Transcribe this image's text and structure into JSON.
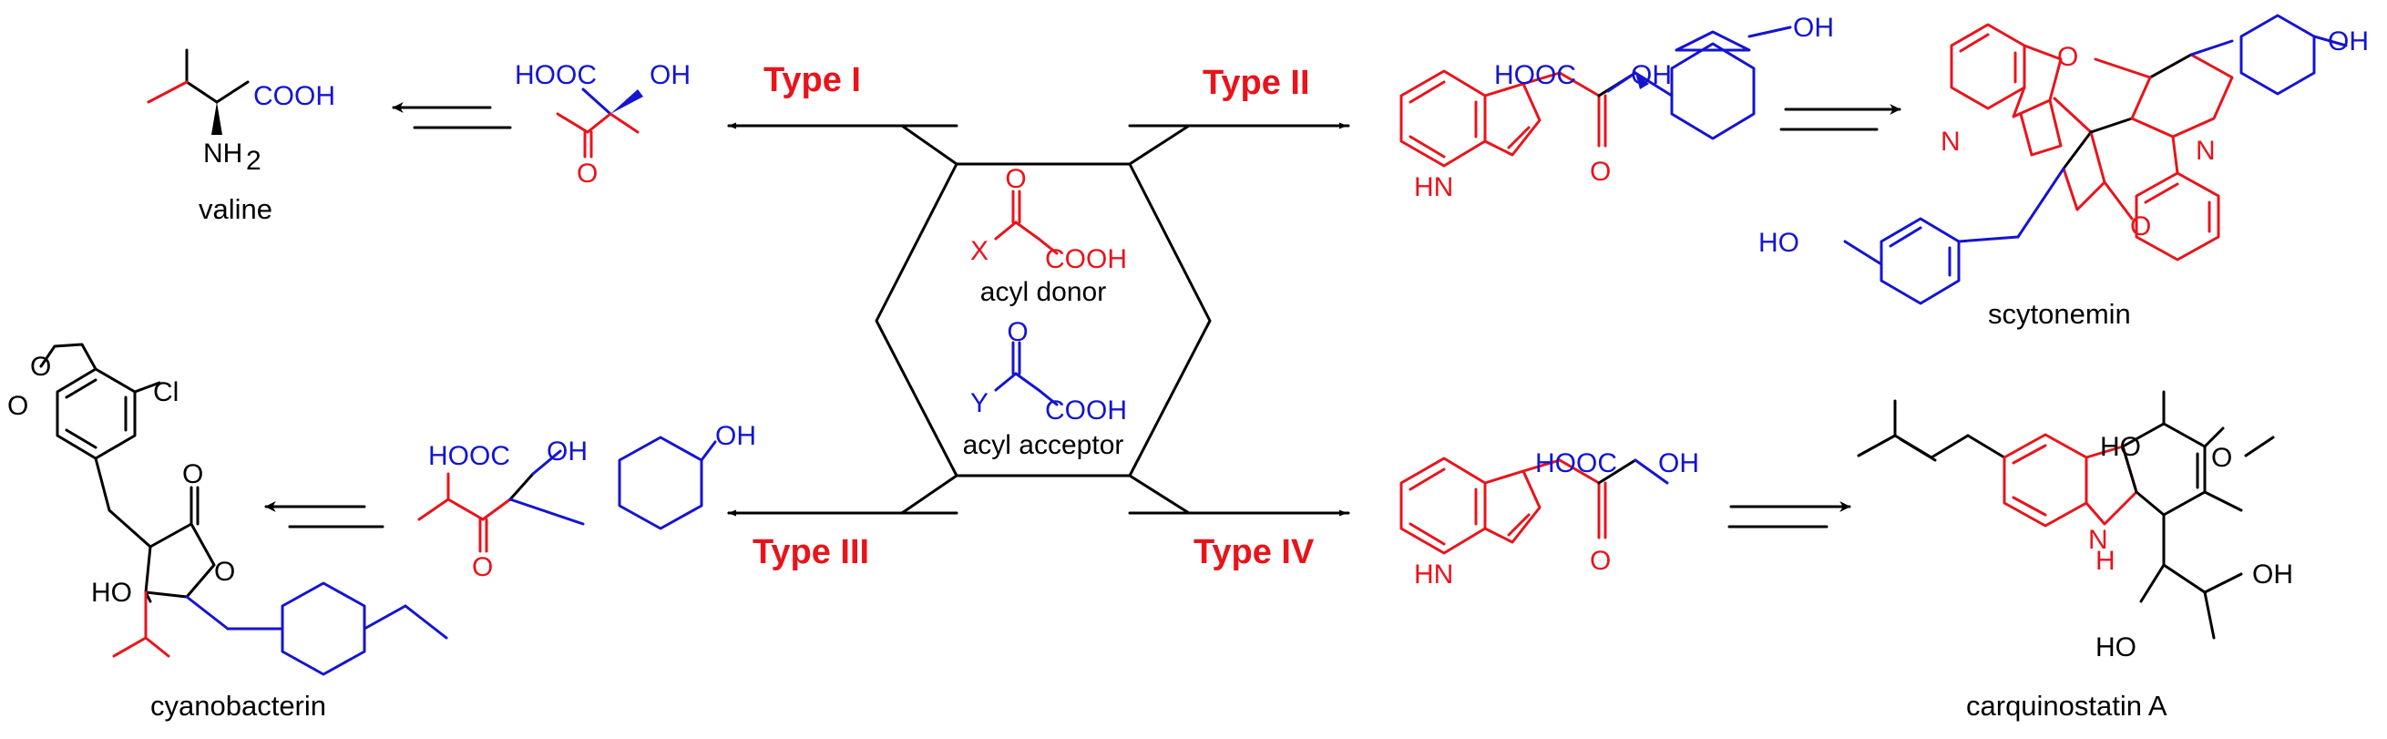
{
  "colors": {
    "donor": "#e8141b",
    "acceptor": "#1414d2",
    "neutral": "#000000"
  },
  "center": {
    "donor_x": "X",
    "donor_cooh": "COOH",
    "donor_o": "O",
    "donor_label": "acyl donor",
    "acceptor_y": "Y",
    "acceptor_cooh": "COOH",
    "acceptor_o": "O",
    "acceptor_label": "acyl acceptor"
  },
  "types": {
    "t1": "Type I",
    "t2": "Type II",
    "t3": "Type III",
    "t4": "Type IV"
  },
  "products": {
    "valine": "valine",
    "scytonemin": "scytonemin",
    "cyanobacterin": "cyanobacterin",
    "carquinostatin": "carquinostatin A"
  },
  "labels": {
    "cooh": "COOH",
    "hooc": "HOOC",
    "oh": "OH",
    "ho": "HO",
    "o": "O",
    "n": "N",
    "hn": "HN",
    "h": "H",
    "nh": "NH",
    "sub2": "2",
    "cl": "Cl"
  }
}
